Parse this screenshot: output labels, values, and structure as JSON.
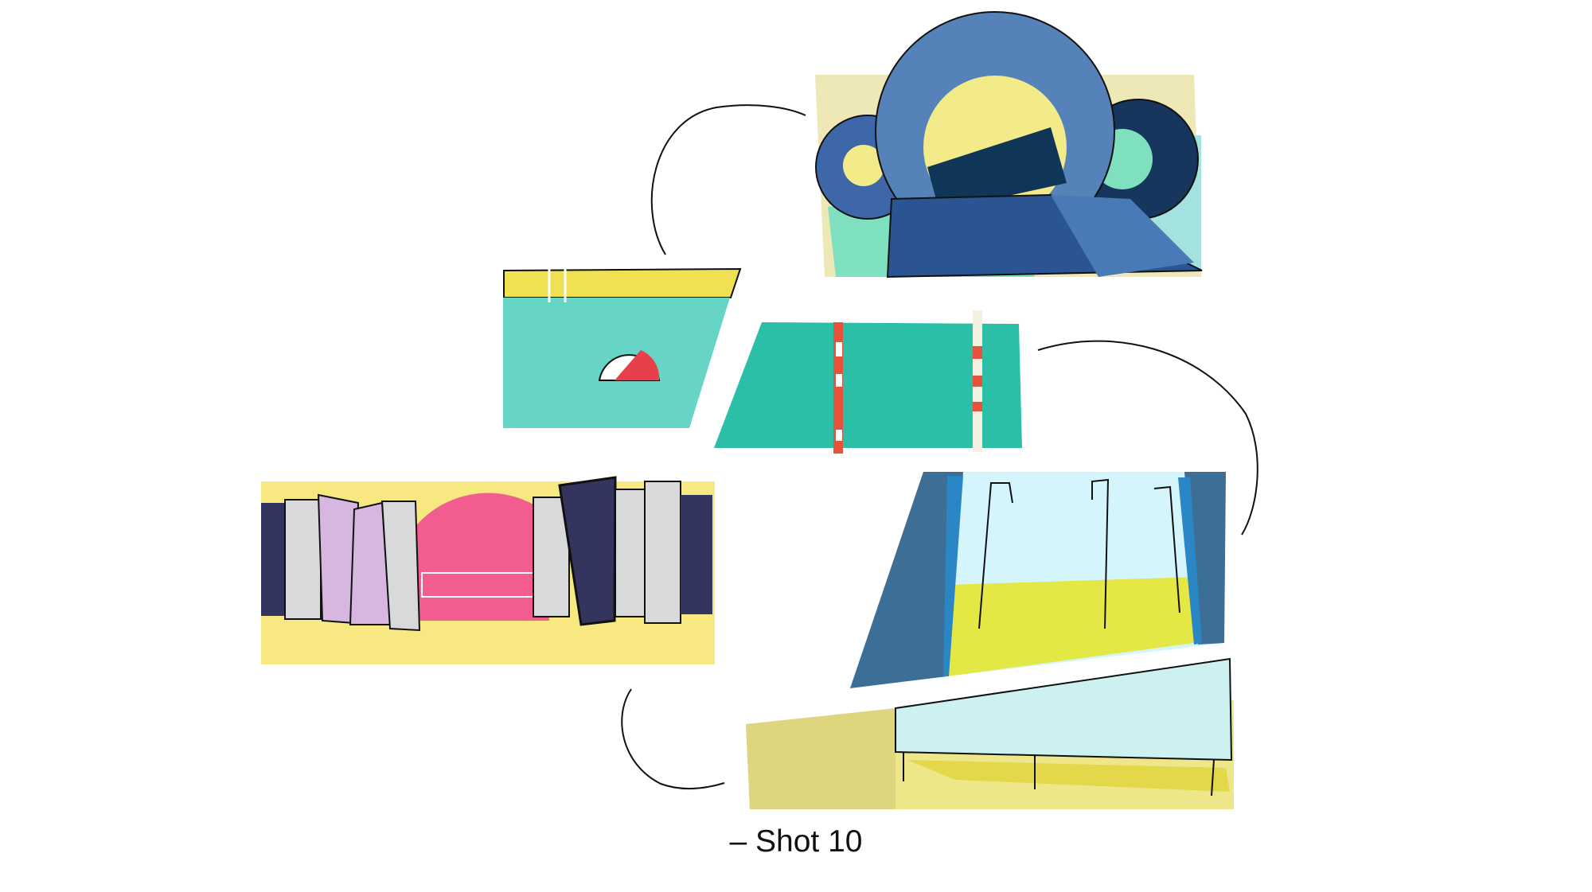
{
  "caption": "– Shot 10",
  "illustrations": [
    {
      "id": "tube-slide",
      "colors": {
        "tube": "#4a7ab5",
        "dark": "#0f3557",
        "yellow": "#f3ea8a",
        "mint": "#7fe0bf"
      }
    },
    {
      "id": "pool-with-beach-ball",
      "colors": {
        "water": "#67d5c6",
        "deck": "#f0e153",
        "ball": "#e8404a"
      }
    },
    {
      "id": "lane-pool",
      "colors": {
        "water": "#2cbfa8",
        "lane-marker": "#e6533a"
      }
    },
    {
      "id": "locker-room",
      "colors": {
        "floor": "#f8e882",
        "locker": "#d8d9db",
        "door": "#34355e",
        "sun": "#f25c8f",
        "lilac": "#d7b6e0"
      }
    },
    {
      "id": "showers",
      "colors": {
        "sky": "#d4f5fb",
        "floor": "#e4e845",
        "wall": "#3d6e96",
        "blue": "#2a86c4"
      }
    },
    {
      "id": "bench",
      "colors": {
        "bench": "#cdf1f0",
        "floor": "#ede78a"
      }
    }
  ]
}
